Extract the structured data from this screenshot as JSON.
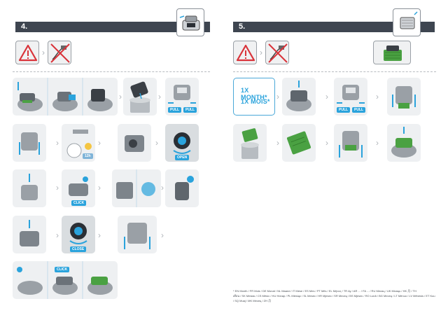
{
  "section4": {
    "number": "4.",
    "tile_labels": {
      "pull_left": "PULL",
      "pull_right": "PULL",
      "open": "OPEN",
      "time": "12h",
      "click_a": "CLICK",
      "close": "CLOSE",
      "click_b": "CLICK"
    }
  },
  "section5": {
    "number": "5.",
    "frequency": {
      "line1": "1X MONTH*",
      "line2": "1X MOIS*"
    },
    "tile_labels": {
      "pull_left": "PULL",
      "pull_right": "PULL"
    }
  },
  "footnote": {
    "line1": "* EN Month / FR Mois / DE Monat / NL Maand / IT Mese / ES Mes / PT Mês / EL Μήνας / TR Ay / AR ... / FA ... / RU Месяц / UK Місяць / HK 月 / TH",
    "line2": "เดือน / SK Mesiac / CS Měsíc / HU Hónap / PL Miesiąc / SL Mesec / HR Mjesec / SR Месец / BS Mjesec / RO Lună / BG Месец / LT Mėnuo / LV Mēnesis / ET Kuu",
    "line3": "/ SQ Muaj / MK Месец / ZH 月"
  },
  "colors": {
    "header": "#3e4550",
    "accent_blue": "#2aa3dc",
    "warning_red": "#d9333a",
    "filter_green": "#4aa142"
  }
}
